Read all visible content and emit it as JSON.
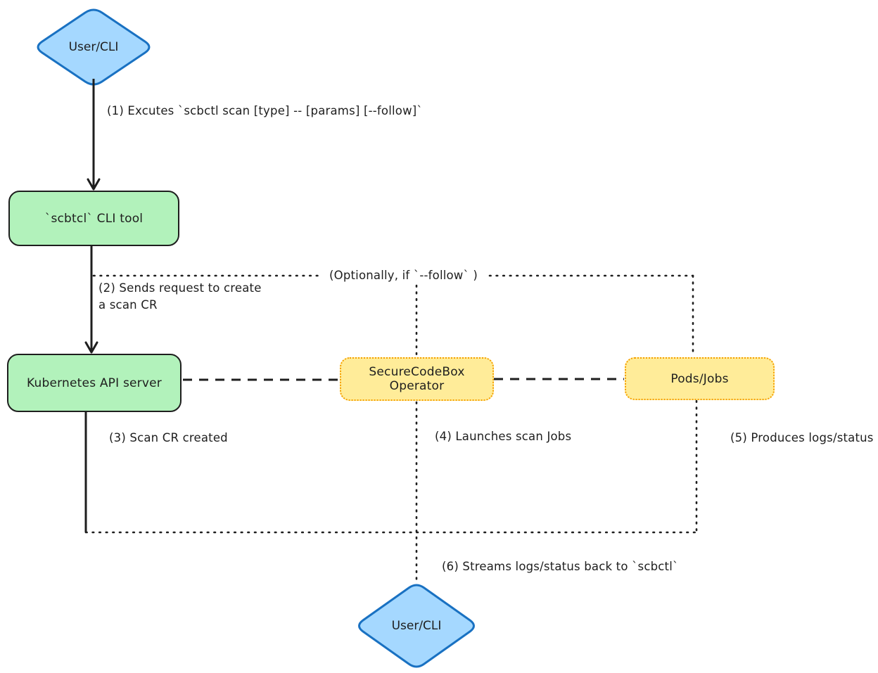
{
  "diagram": {
    "nodes": {
      "user_cli_top": {
        "label": "User/CLI",
        "shape": "diamond"
      },
      "scbtcl_cli_tool": {
        "label": "`scbtcl` CLI tool",
        "shape": "rounded-rect"
      },
      "kubernetes_api_server": {
        "label": "Kubernetes API server",
        "shape": "rounded-rect"
      },
      "securecodebox_operator": {
        "label": "SecureCodeBox Operator",
        "shape": "rounded-rect-dotted"
      },
      "pods_jobs": {
        "label": "Pods/Jobs",
        "shape": "rounded-rect-dotted"
      },
      "user_cli_bottom": {
        "label": "User/CLI",
        "shape": "diamond"
      }
    },
    "edge_labels": {
      "step1": "(1) Excutes `scbctl scan [type] -- [params] [--follow]`",
      "step2": "(2) Sends request to create\na scan CR",
      "step3": "(3) Scan CR created",
      "step4": "(4) Launches scan Jobs",
      "step5": "(5) Produces logs/status",
      "step6": "(6) Streams logs/status back to `scbctl`",
      "optional": "(Optionally, if `--follow` )"
    },
    "colors": {
      "diamond_fill": "#a5d8ff",
      "diamond_stroke": "#1971c2",
      "green_fill": "#b2f2bb",
      "green_stroke": "#1e1e1e",
      "yellow_fill": "#ffec99",
      "yellow_stroke": "#f59f00",
      "line": "#1e1e1e",
      "text": "#1e1e1e",
      "background": "#ffffff"
    }
  }
}
